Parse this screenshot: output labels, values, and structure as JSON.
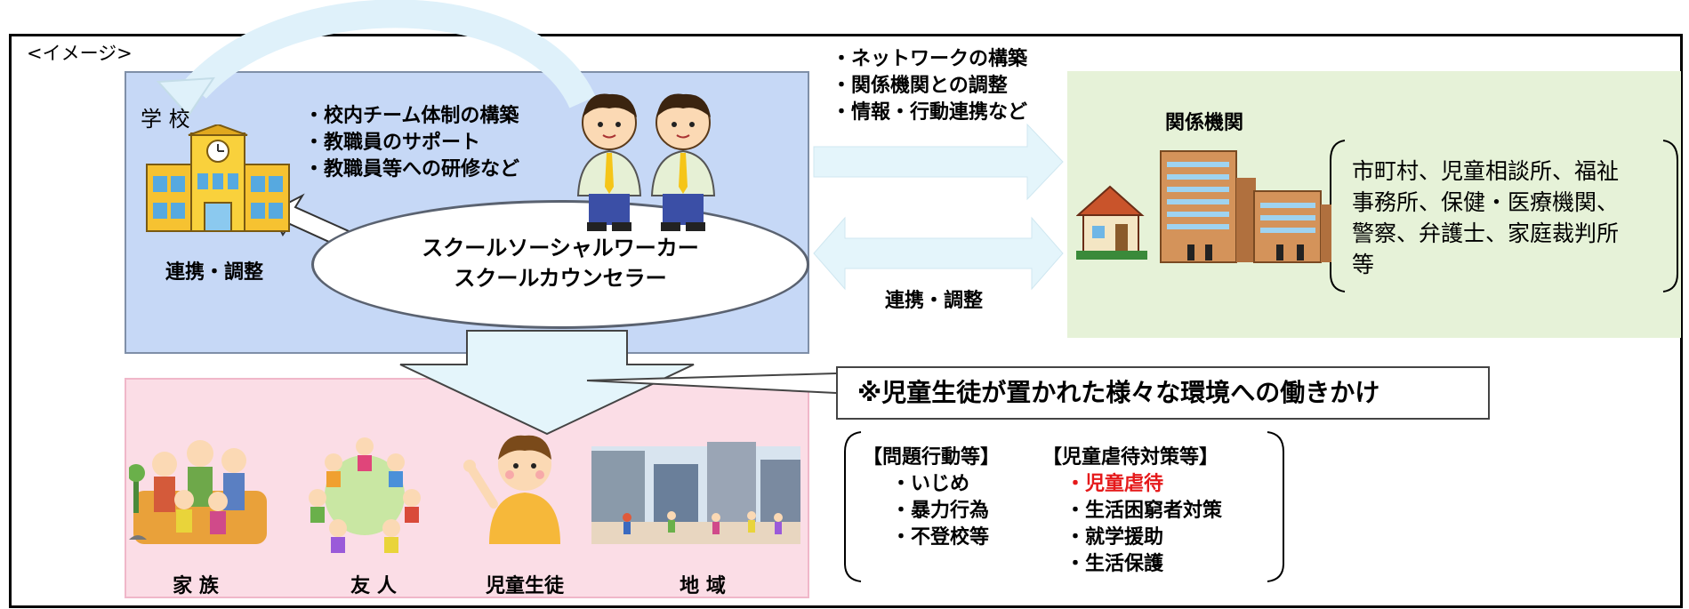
{
  "caption": "<イメージ>",
  "school": {
    "title": "学 校",
    "roles": [
      "・校内チーム体制の構築",
      "・教職員のサポート",
      "・教職員等への研修など"
    ],
    "coordination_label": "連携・調整"
  },
  "center": {
    "line1": "スクールソーシャルワーカー",
    "line2": "スクールカウンセラー"
  },
  "network": {
    "items": [
      "・ネットワークの構築",
      "・関係機関との調整",
      "・情報・行動連携など"
    ],
    "coordination_label": "連携・調整"
  },
  "agencies": {
    "title": "関係機関",
    "list": [
      "市町村、児童相談所、福祉",
      "事務所、保健・医療機関、",
      "警察、弁護士、家庭裁判所",
      "等"
    ]
  },
  "note": "※児童生徒が置かれた様々な環境への働きかけ",
  "environment": {
    "labels": [
      "家 族",
      "友 人",
      "児童生徒",
      "地 域"
    ]
  },
  "issues": {
    "col1_header": "【問題行動等】",
    "col1_items": [
      "・いじめ",
      "・暴力行為",
      "・不登校等"
    ],
    "col2_header": "【児童虐待対策等】",
    "col2_items": [
      "・児童虐待",
      "・生活困窮者対策",
      "・就学援助",
      "・生活保護"
    ],
    "highlight_color": "#e5191a"
  }
}
